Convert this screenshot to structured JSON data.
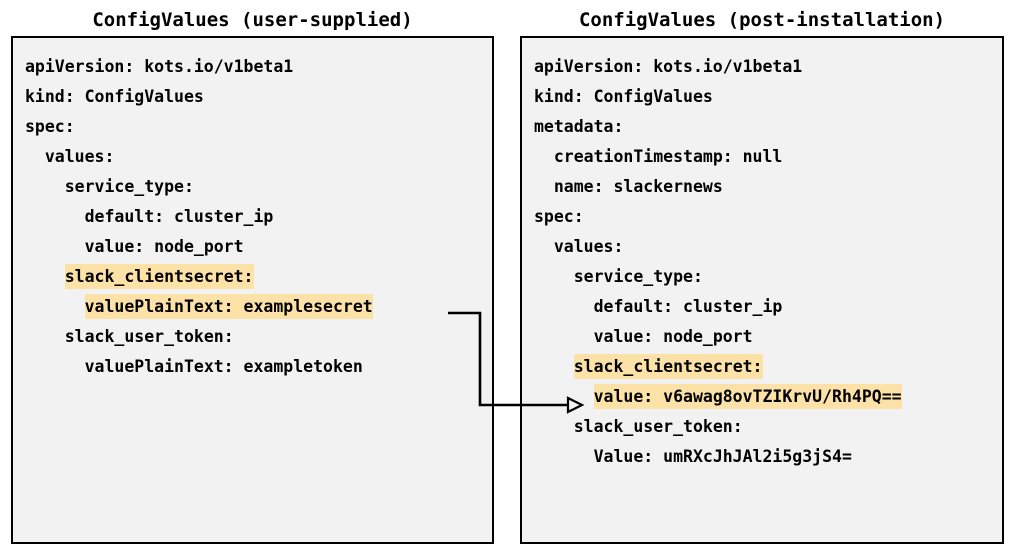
{
  "panels": {
    "left": {
      "title": "ConfigValues (user-supplied)",
      "lines": [
        {
          "indent": 0,
          "text": "apiVersion: kots.io/v1beta1",
          "highlight": false
        },
        {
          "indent": 0,
          "text": "kind: ConfigValues",
          "highlight": false
        },
        {
          "indent": 0,
          "text": "spec:",
          "highlight": false
        },
        {
          "indent": 1,
          "text": "values:",
          "highlight": false
        },
        {
          "indent": 2,
          "text": "service_type:",
          "highlight": false
        },
        {
          "indent": 3,
          "text": "default: cluster_ip",
          "highlight": false
        },
        {
          "indent": 3,
          "text": "value: node_port",
          "highlight": false
        },
        {
          "indent": 2,
          "text": "slack_clientsecret:",
          "highlight": true
        },
        {
          "indent": 3,
          "text": "valuePlainText: examplesecret",
          "highlight": true
        },
        {
          "indent": 2,
          "text": "slack_user_token:",
          "highlight": false
        },
        {
          "indent": 3,
          "text": "valuePlainText: exampletoken",
          "highlight": false
        }
      ]
    },
    "right": {
      "title": "ConfigValues (post-installation)",
      "lines": [
        {
          "indent": 0,
          "text": "apiVersion: kots.io/v1beta1",
          "highlight": false
        },
        {
          "indent": 0,
          "text": "kind: ConfigValues",
          "highlight": false
        },
        {
          "indent": 0,
          "text": "metadata:",
          "highlight": false
        },
        {
          "indent": 1,
          "text": "creationTimestamp: null",
          "highlight": false
        },
        {
          "indent": 1,
          "text": "name: slackernews",
          "highlight": false
        },
        {
          "indent": 0,
          "text": "spec:",
          "highlight": false
        },
        {
          "indent": 1,
          "text": "values:",
          "highlight": false
        },
        {
          "indent": 2,
          "text": "service_type:",
          "highlight": false
        },
        {
          "indent": 3,
          "text": "default: cluster_ip",
          "highlight": false
        },
        {
          "indent": 3,
          "text": "value: node_port",
          "highlight": false
        },
        {
          "indent": 2,
          "text": "slack_clientsecret:",
          "highlight": true
        },
        {
          "indent": 3,
          "text": "value: v6awag8ovTZIKrvU/Rh4PQ==",
          "highlight": true
        },
        {
          "indent": 2,
          "text": "slack_user_token:",
          "highlight": false
        },
        {
          "indent": 3,
          "text": "Value: umRXcJhJAl2i5g3jS4=",
          "highlight": false
        }
      ]
    }
  },
  "connector": {
    "from_label": "valuePlainText: examplesecret",
    "to_label": "value: v6awag8ovTZIKrvU/Rh4PQ==",
    "arrow_head": "open-triangle"
  },
  "colors": {
    "highlight": "#fde2a8",
    "panel_background": "#f2f2f2",
    "panel_border": "#000000",
    "text": "#000000",
    "page_background": "#ffffff",
    "connector": "#000000"
  }
}
